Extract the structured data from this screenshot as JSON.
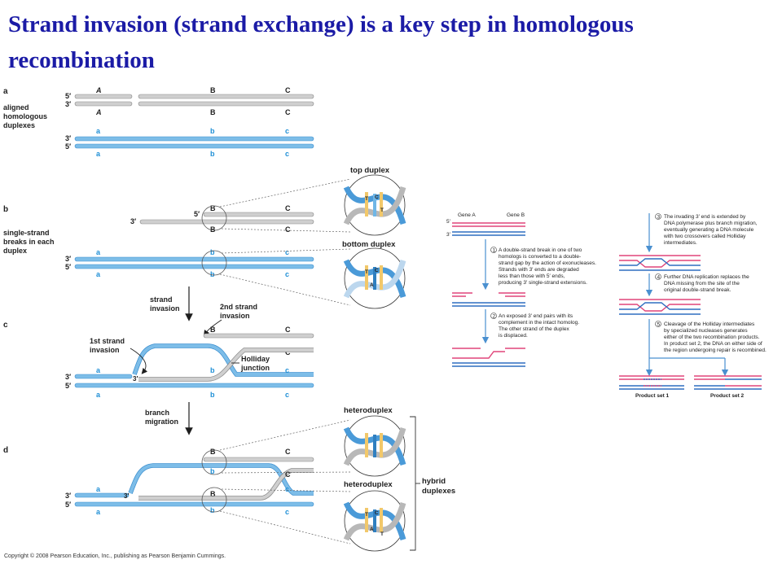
{
  "title": "Strand invasion (strand exchange) is a key step in homologous recombination",
  "copyright": "Copyright © 2008 Pearson Education, Inc., publishing as Pearson Benjamin Cummings.",
  "left_figure": {
    "panel_a": {
      "letter": "a",
      "caption": [
        "aligned",
        "homologous",
        "duplexes"
      ]
    },
    "panel_b": {
      "letter": "b",
      "caption": [
        "single-strand",
        "breaks in each",
        "duplex"
      ],
      "top_label": "top duplex",
      "bottom_label": "bottom duplex"
    },
    "panel_c": {
      "letter": "c",
      "arrow_label": [
        "strand",
        "invasion"
      ],
      "second_invasion": [
        "2nd strand",
        "invasion"
      ],
      "first_invasion": [
        "1st strand",
        "invasion"
      ],
      "holliday": [
        "Holliday",
        "junction"
      ]
    },
    "panel_d": {
      "letter": "d",
      "arrow_label": [
        "branch",
        "migration"
      ],
      "heteroduplex": "heteroduplex",
      "hybrid": [
        "hybrid",
        "duplexes"
      ]
    },
    "gene_upper": [
      "A",
      "B",
      "C"
    ],
    "gene_lower": [
      "a",
      "b",
      "c"
    ],
    "ends": {
      "five": "5′",
      "three": "3′"
    },
    "helix_bases": [
      "T",
      "C",
      "A",
      "T"
    ]
  },
  "right_figure": {
    "gene_a": "Gene A",
    "gene_b": "Gene B",
    "ends": {
      "five": "5′",
      "three": "3′"
    },
    "steps": [
      {
        "num": "1",
        "text": [
          "A double-strand break in one of two",
          "homologs is converted to a double-",
          "strand gap by the action of exonucleases.",
          "Strands with 3′ ends are degraded",
          "less than those with 5′ ends,",
          "producing 3′ single-strand extensions."
        ]
      },
      {
        "num": "2",
        "text": [
          "An exposed 3′ end pairs with its",
          "complement in the intact homolog.",
          "The other strand of the duplex",
          "is displaced."
        ]
      },
      {
        "num": "3",
        "text": [
          "The invading 3′ end is extended by",
          "DNA polymerase plus branch migration,",
          "eventually generating a DNA molecule",
          "with two crossovers called Holliday",
          "intermediates."
        ]
      },
      {
        "num": "4",
        "text": [
          "Further DNA replication replaces the",
          "DNA missing from the site of the",
          "original double-strand break."
        ]
      },
      {
        "num": "5",
        "text": [
          "Cleavage of the Holliday intermediates",
          "by specialized nucleases generates",
          "either of the two recombination products.",
          "In product set 2, the DNA on either side of",
          "the region undergoing repair is recombined."
        ]
      }
    ],
    "product1": "Product set 1",
    "product2": "Product set 2"
  },
  "colors": {
    "title": "#1b1ba6",
    "blue_strand": "#7dbde8",
    "gray_strand": "#cfcfcf",
    "pink": "#e0457a",
    "blue_line": "#2f6fc0",
    "label_blue": "#1f8fd6"
  }
}
